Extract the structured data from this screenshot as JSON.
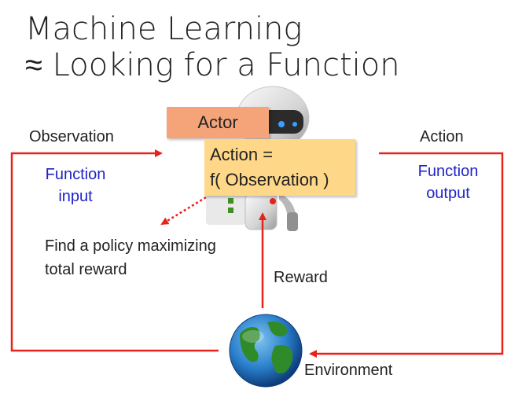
{
  "title": {
    "line1": "Machine Learning",
    "line2": "≈ Looking for a Function"
  },
  "actor": {
    "label": "Actor",
    "function_line1": "Action =",
    "function_line2": "f( Observation )"
  },
  "labels": {
    "observation": "Observation",
    "action": "Action",
    "reward": "Reward",
    "environment": "Environment",
    "policy_line1": "Find a policy maximizing",
    "policy_line2": "total reward"
  },
  "function_labels": {
    "input_line1": "Function",
    "input_line2": "input",
    "output_line1": "Function",
    "output_line2": "output"
  },
  "icons": [
    "robot-icon",
    "globe-icon"
  ],
  "colors": {
    "arrow": "#e8221b",
    "function_text": "#1f23c7",
    "actor_box": "#f5a47a",
    "function_box": "#ffd788"
  }
}
